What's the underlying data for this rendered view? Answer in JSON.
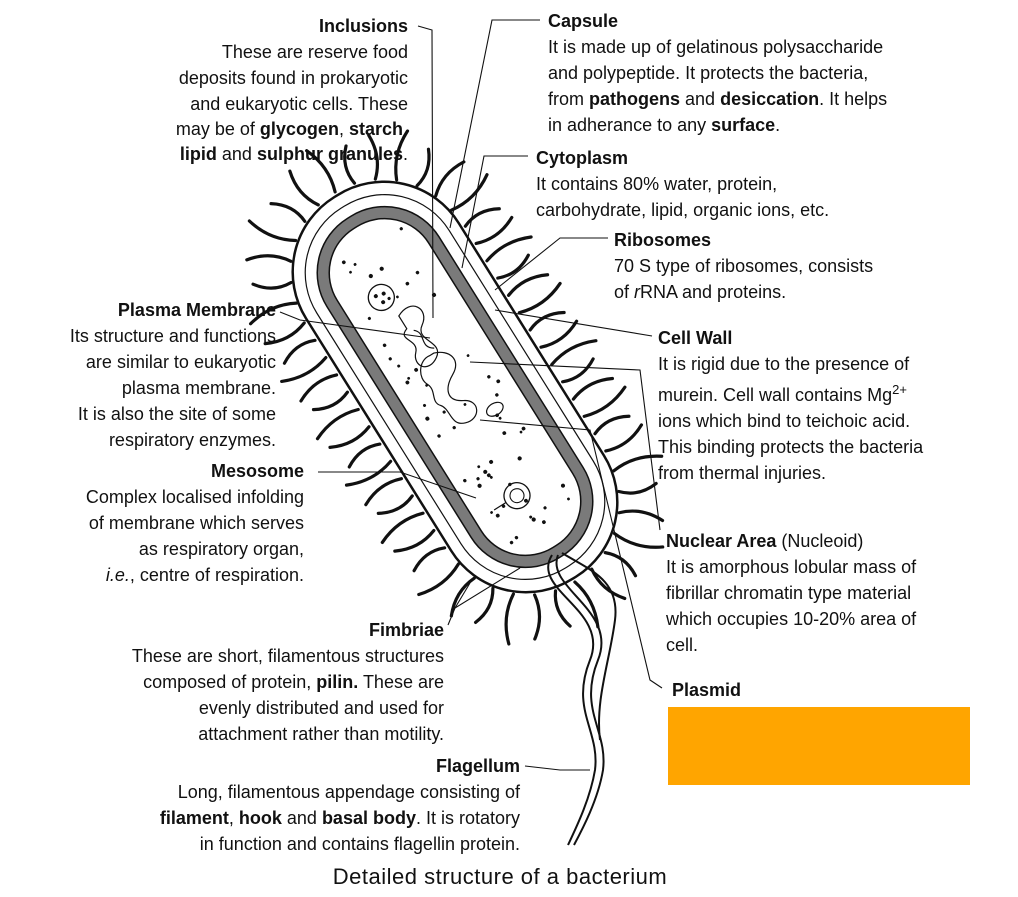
{
  "colors": {
    "ink": "#111111",
    "wall": "#7a7a7a",
    "redaction": "#ffa500"
  },
  "caption": "Detailed structure of a bacterium",
  "labels": {
    "inclusions": {
      "title": "Inclusions",
      "l1": "These are reserve food",
      "l2": "deposits found in prokaryotic",
      "l3": "and eukaryotic cells. These",
      "l4a": "may be of ",
      "l4b": "glycogen",
      "l4c": ", ",
      "l4d": "starch",
      "l4e": ",",
      "l5a": "lipid",
      "l5b": " and ",
      "l5c": "sulphur granules",
      "l5d": "."
    },
    "capsule": {
      "title": "Capsule",
      "l1": "It is made up of gelatinous polysaccharide",
      "l2": "and polypeptide. It protects the bacteria,",
      "l3a": "from ",
      "l3b": "pathogens",
      "l3c": " and ",
      "l3d": "desiccation",
      "l3e": ". It helps",
      "l4a": "in adherance to any ",
      "l4b": "surface",
      "l4c": "."
    },
    "cytoplasm": {
      "title": "Cytoplasm",
      "l1": "It contains 80% water, protein,",
      "l2": "carbohydrate, lipid, organic ions, etc."
    },
    "ribosomes": {
      "title": "Ribosomes",
      "l1": "70 S type of ribosomes, consists",
      "l2a": "of ",
      "l2b": "r",
      "l2c": "RNA and proteins."
    },
    "plasma_membrane": {
      "title": "Plasma Membrane",
      "l1": "Its structure and functions",
      "l2": "are similar to eukaryotic",
      "l3": "plasma membrane.",
      "l4": "It is also the site of some",
      "l5": "respiratory enzymes."
    },
    "cell_wall": {
      "title": "Cell Wall",
      "l1": "It is rigid due to the  presence of",
      "l2a": "murein. Cell wall contains Mg",
      "l2b": "2+",
      "l3": "ions which bind to teichoic acid.",
      "l4": "This binding protects the bacteria",
      "l5": "from thermal injuries."
    },
    "mesosome": {
      "title": "Mesosome",
      "l1": "Complex localised infolding",
      "l2": "of membrane which serves",
      "l3": "as respiratory organ,",
      "l4a": "i.e.",
      "l4b": ", centre of respiration."
    },
    "nuclear_area": {
      "title": "Nuclear Area",
      "sub": " (Nucleoid)",
      "l1": "It is amorphous lobular mass of",
      "l2": "fibrillar chromatin type material",
      "l3": "which occupies 10-20% area of",
      "l4": "cell."
    },
    "fimbriae": {
      "title": "Fimbriae",
      "l1": "These are short, filamentous structures",
      "l2a": "composed of protein, ",
      "l2b": "pilin.",
      "l2c": " These are",
      "l3": "evenly distributed and used for",
      "l4": "attachment rather than motility."
    },
    "plasmid": {
      "title": "Plasmid"
    },
    "flagellum": {
      "title": "Flagellum",
      "l1": "Long, filamentous appendage consisting of",
      "l2a": "filament",
      "l2b": ", ",
      "l2c": "hook",
      "l2d": " and ",
      "l2e": "basal body",
      "l2f": ". It is rotatory",
      "l3": "in function and contains flagellin protein."
    }
  }
}
